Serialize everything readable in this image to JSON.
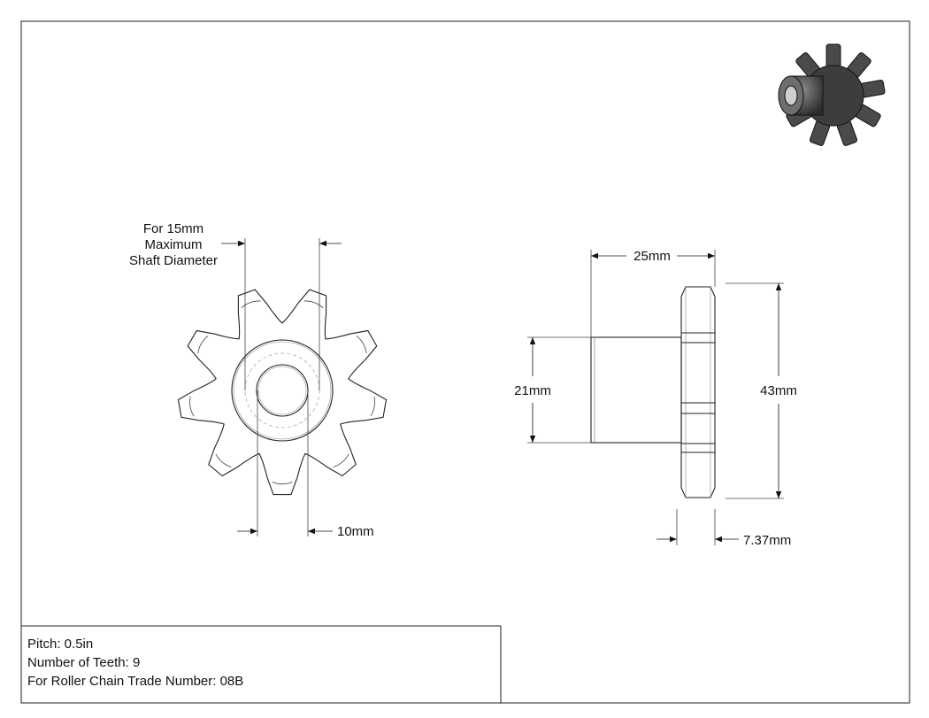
{
  "drawing": {
    "shaft_note": [
      "For 15mm",
      "Maximum",
      "Shaft Diameter"
    ],
    "bore_dim": "10mm",
    "length_dim": "25mm",
    "hub_dia_dim": "21mm",
    "outer_dia_dim": "43mm",
    "tooth_width_dim": "7.37mm"
  },
  "specs": {
    "pitch": "Pitch: 0.5in",
    "teeth": "Number of Teeth: 9",
    "chain": "For Roller Chain Trade Number: 08B"
  },
  "thumbnail": {
    "icon": "sprocket-3d-icon",
    "color": "#4a4a4a"
  },
  "colors": {
    "line": "#222222",
    "hidden": "#aaaaaa"
  }
}
